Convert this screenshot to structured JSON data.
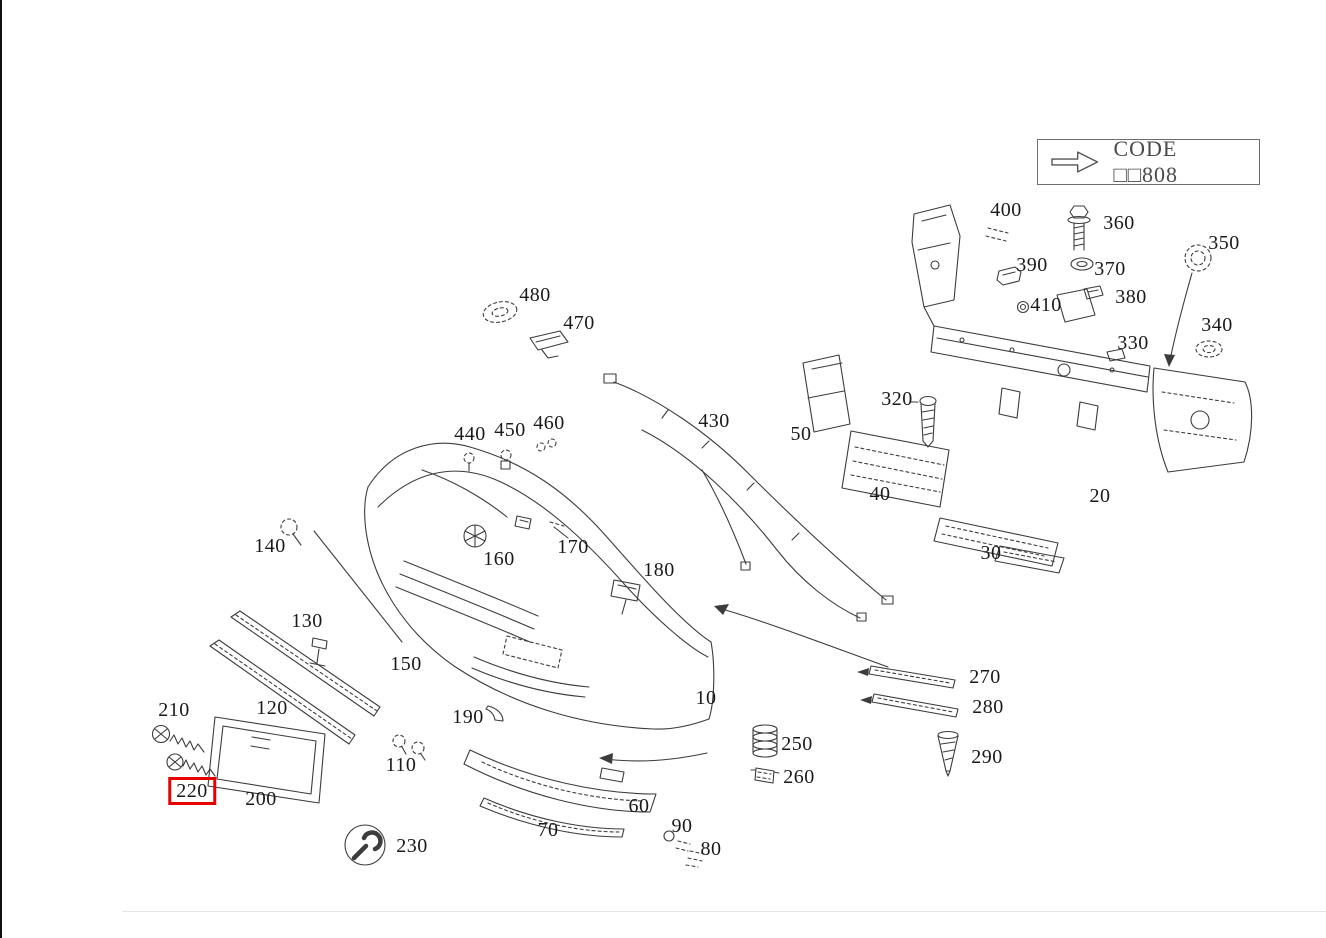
{
  "diagram": {
    "title": "front-bumper-exploded-parts-diagram",
    "code_box": {
      "label": "CODE □□808",
      "icon": "right-arrow"
    },
    "highlighted_part": "220",
    "colors": {
      "line": "#3c3c3c",
      "label_text": "#1a1a1a",
      "highlight": "#e60000",
      "code_text": "#4a4a4a",
      "background": "#ffffff"
    },
    "labels": [
      {
        "part": "480"
      },
      {
        "part": "470"
      },
      {
        "part": "400"
      },
      {
        "part": "360"
      },
      {
        "part": "350"
      },
      {
        "part": "390"
      },
      {
        "part": "370"
      },
      {
        "part": "380"
      },
      {
        "part": "410"
      },
      {
        "part": "340"
      },
      {
        "part": "330"
      },
      {
        "part": "320"
      },
      {
        "part": "430"
      },
      {
        "part": "440"
      },
      {
        "part": "450"
      },
      {
        "part": "460"
      },
      {
        "part": "50"
      },
      {
        "part": "40"
      },
      {
        "part": "20"
      },
      {
        "part": "30"
      },
      {
        "part": "140"
      },
      {
        "part": "160"
      },
      {
        "part": "170"
      },
      {
        "part": "180"
      },
      {
        "part": "130"
      },
      {
        "part": "150"
      },
      {
        "part": "120"
      },
      {
        "part": "210"
      },
      {
        "part": "190"
      },
      {
        "part": "10"
      },
      {
        "part": "270"
      },
      {
        "part": "280"
      },
      {
        "part": "250"
      },
      {
        "part": "290"
      },
      {
        "part": "110"
      },
      {
        "part": "260"
      },
      {
        "part": "220"
      },
      {
        "part": "200"
      },
      {
        "part": "60"
      },
      {
        "part": "70"
      },
      {
        "part": "90"
      },
      {
        "part": "230"
      },
      {
        "part": "80"
      }
    ]
  }
}
